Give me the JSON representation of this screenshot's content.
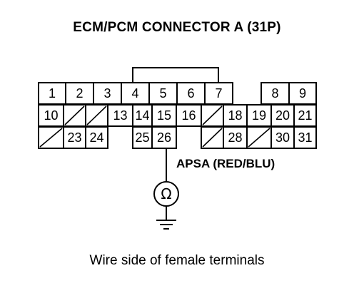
{
  "title": "ECM/PCM CONNECTOR A (31P)",
  "caption": "Wire side of female terminals",
  "wire_label": "APSA (RED/BLU)",
  "meter_symbol": "Ω",
  "probe_terminal": "26",
  "rows": [
    [
      "1",
      "2",
      "3",
      "4",
      "5",
      "6",
      "7",
      null,
      "8",
      "9"
    ],
    [
      "10",
      "/",
      "/",
      "13",
      "14",
      "15",
      "16",
      "/",
      "18",
      "19",
      "20",
      "21"
    ],
    [
      "/",
      "23",
      "24",
      null,
      "25",
      "26",
      null,
      "/",
      "28",
      "/",
      "30",
      "31"
    ]
  ]
}
